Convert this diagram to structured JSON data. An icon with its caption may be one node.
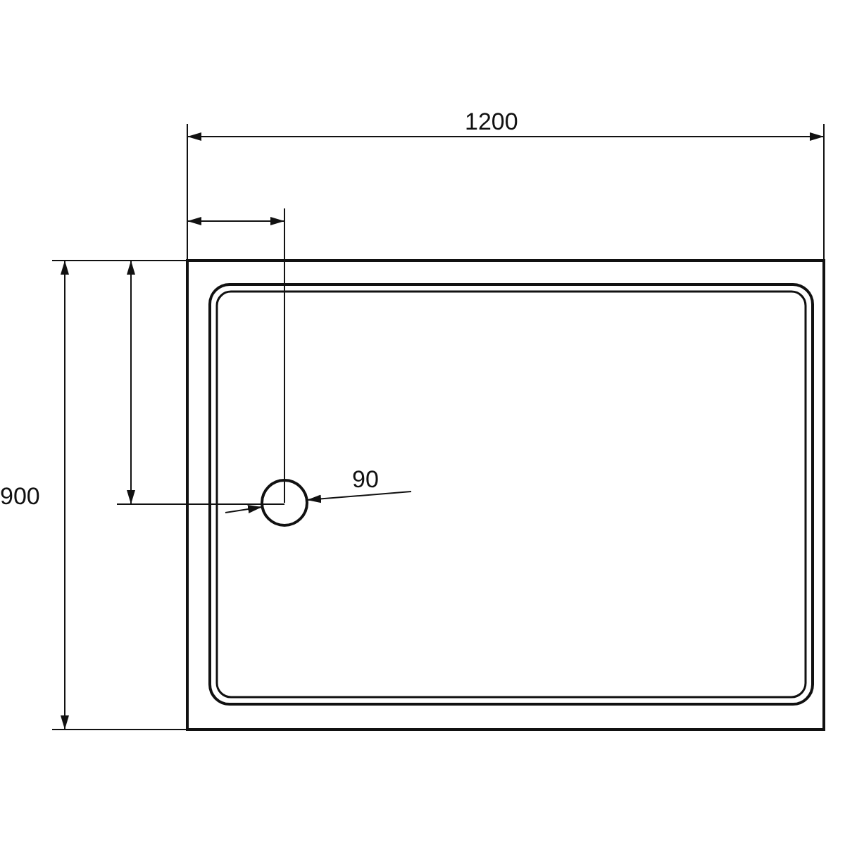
{
  "diagram": {
    "labels": [
      "1200",
      "900",
      "90"
    ]
  }
}
